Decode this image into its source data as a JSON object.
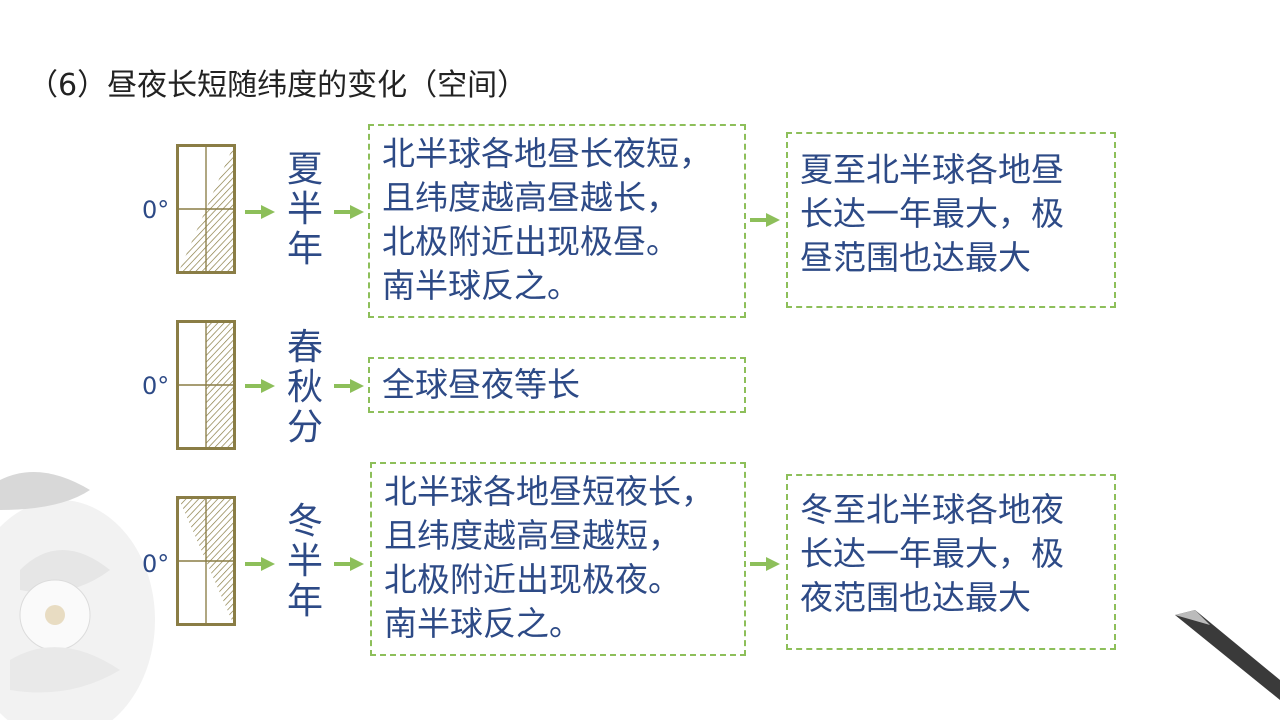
{
  "title": "（6）昼夜长短随纬度的变化（空间）",
  "colors": {
    "text": "#2d4a86",
    "frame": "#8a7d45",
    "dashed_border": "#8dbf5a",
    "arrow": "#8dbf5a"
  },
  "rows": [
    {
      "degree": "0°",
      "season": "夏半年",
      "description": "北半球各地昼长夜短，\n且纬度越高昼越长，\n北极附近出现极昼。\n南半球反之。",
      "extreme": "夏至北半球各地昼\n长达一年最大，极\n昼范围也达最大"
    },
    {
      "degree": "0°",
      "season": "春秋分",
      "description": "全球昼夜等长"
    },
    {
      "degree": "0°",
      "season": "冬半年",
      "description": "北半球各地昼短夜长，\n且纬度越高昼越短，\n北极附近出现极夜。\n南半球反之。",
      "extreme": "冬至北半球各地夜\n长达一年最大，极\n夜范围也达最大"
    }
  ]
}
